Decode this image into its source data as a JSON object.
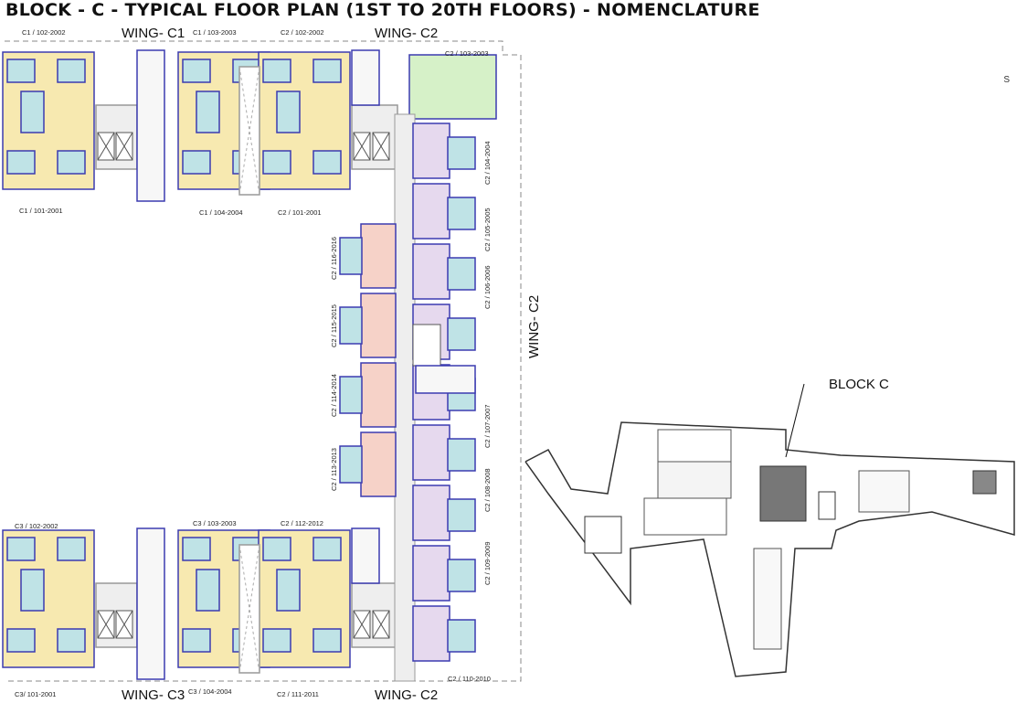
{
  "title": "BLOCK - C - TYPICAL FLOOR PLAN (1ST TO 20TH FLOORS) - NOMENCLATURE",
  "wings": {
    "c1_top": "WING- C1",
    "c2_top": "WING- C2",
    "c3_bottom": "WING- C3",
    "c2_bottom": "WING- C2",
    "c2_side": "WING- C2"
  },
  "units": {
    "c1_102": "C1 / 102-2002",
    "c1_103": "C1 / 103-2003",
    "c2_102": "C2 / 102-2002",
    "c2_103": "C2 / 103-2003",
    "c1_101": "C1 / 101-2001",
    "c1_104": "C1 / 104-2004",
    "c2_101": "C2 / 101-2001",
    "c2_104": "C2 / 104-2004",
    "c2_105": "C2 / 105-2005",
    "c2_106": "C2 / 106-2006",
    "c2_107": "C2 / 107-2007",
    "c2_108": "C2 / 108-2008",
    "c2_109": "C2 / 109-2009",
    "c2_110": "C2 / 110-2010",
    "c2_116": "C2 / 116-2016",
    "c2_115": "C2 / 115-2015",
    "c2_114": "C2 / 114-2014",
    "c2_113": "C2 / 113-2013",
    "c3_102": "C3 / 102-2002",
    "c3_103": "C3 / 103-2003",
    "c2_112": "C2 / 112-2012",
    "c3_101": "C3/ 101-2001",
    "c3_104": "C3 / 104-2004",
    "c2_111": "C2 / 111-2011"
  },
  "key_plan": {
    "label": "BLOCK C",
    "marker": "S"
  },
  "colors": {
    "outline": "#3b3bb0",
    "yellow": "#f7e9b0",
    "cyan": "#bfe3e6",
    "pink": "#f6d2c8",
    "lavender": "#e6d9ee",
    "green": "#d6f1c8",
    "corridor": "#eeeeee"
  }
}
